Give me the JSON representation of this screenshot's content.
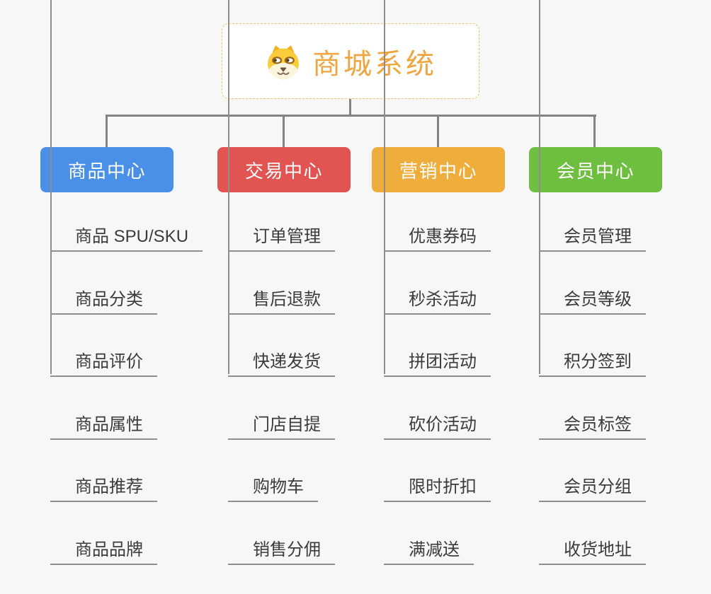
{
  "root": {
    "title": "商城系统",
    "icon": "shiba-dog-icon",
    "title_color": "#f0a640",
    "border_color": "#eec170"
  },
  "connector_color": "#838383",
  "underline_color": "#8e8e8e",
  "background_color": "#f7f7f7",
  "branches": [
    {
      "label": "商品中心",
      "color": "#4a90e8",
      "children": [
        "商品 SPU/SKU",
        "商品分类",
        "商品评价",
        "商品属性",
        "商品推荐",
        "商品品牌"
      ]
    },
    {
      "label": "交易中心",
      "color": "#e15452",
      "children": [
        "订单管理",
        "售后退款",
        "快递发货",
        "门店自提",
        "购物车",
        "销售分佣"
      ]
    },
    {
      "label": "营销中心",
      "color": "#efad3c",
      "children": [
        "优惠券码",
        "秒杀活动",
        "拼团活动",
        "砍价活动",
        "限时折扣",
        "满减送"
      ]
    },
    {
      "label": "会员中心",
      "color": "#6ebe3f",
      "children": [
        "会员管理",
        "会员等级",
        "积分签到",
        "会员标签",
        "会员分组",
        "收货地址"
      ]
    }
  ]
}
